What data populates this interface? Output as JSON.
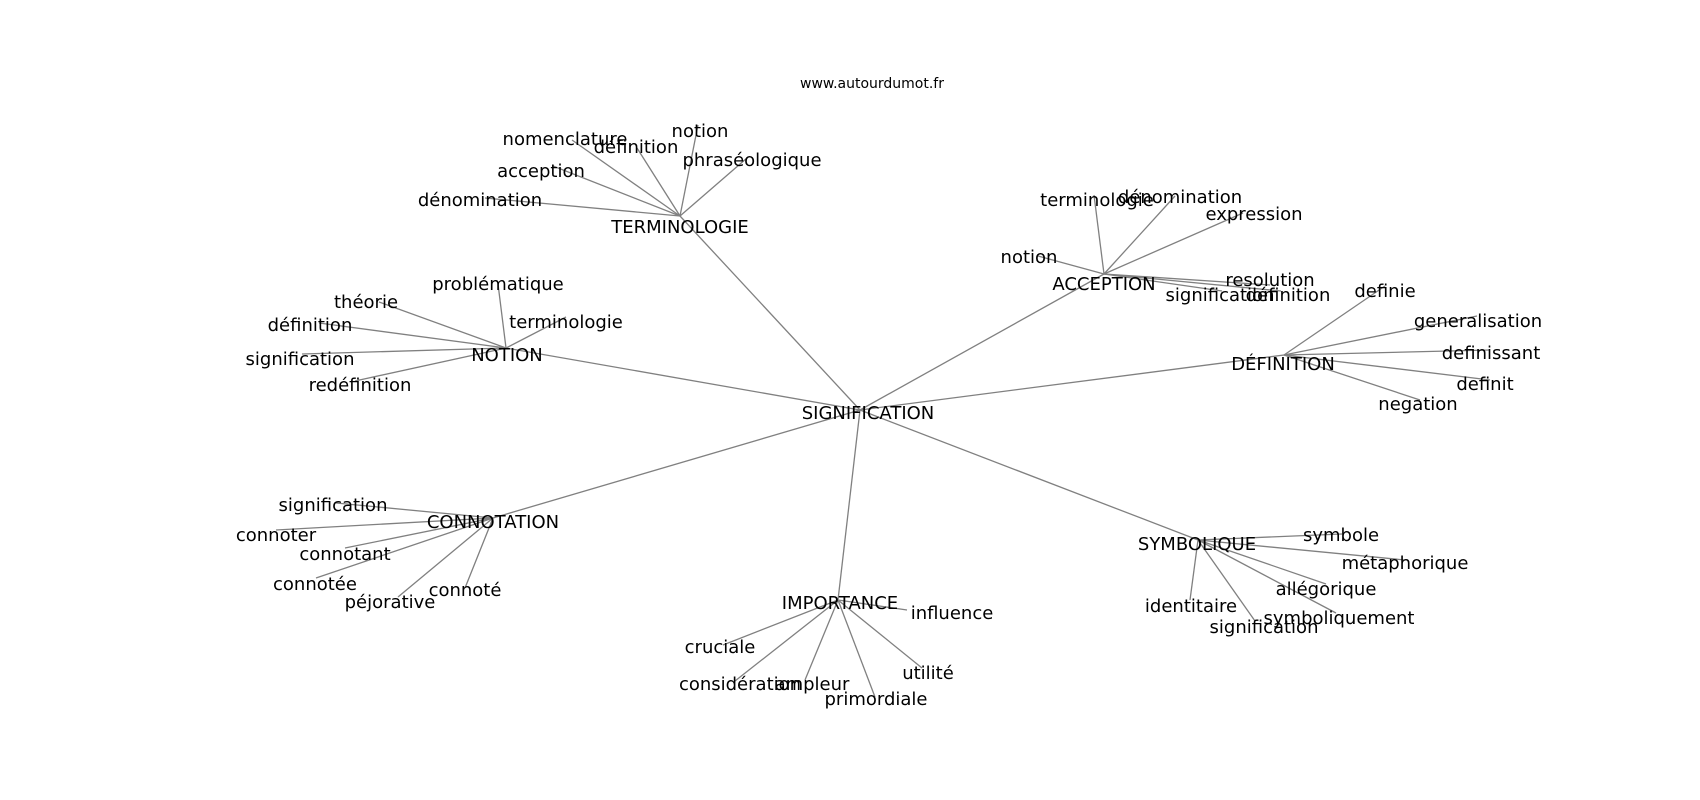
{
  "site": "www.autourdumot.fr",
  "center": "SIGNIFICATION",
  "hubs": [
    {
      "label": "TERMINOLOGIE",
      "leaves": [
        "nomenclature",
        "définition",
        "notion",
        "phraséologique",
        "acception",
        "dénomination"
      ]
    },
    {
      "label": "ACCEPTION",
      "leaves": [
        "terminologie",
        "dénomination",
        "expression",
        "notion",
        "resolution",
        "signification",
        "définition"
      ]
    },
    {
      "label": "NOTION",
      "leaves": [
        "problématique",
        "théorie",
        "terminologie",
        "définition",
        "signification",
        "redéfinition"
      ]
    },
    {
      "label": "DÉFINITION",
      "leaves": [
        "definie",
        "generalisation",
        "definissant",
        "definit",
        "negation"
      ]
    },
    {
      "label": "CONNOTATION",
      "leaves": [
        "signification",
        "connoter",
        "connotant",
        "connotée",
        "connoté",
        "péjorative"
      ]
    },
    {
      "label": "IMPORTANCE",
      "leaves": [
        "influence",
        "cruciale",
        "considération",
        "ampleur",
        "utilité",
        "primordiale"
      ]
    },
    {
      "label": "SYMBOLIQUE",
      "leaves": [
        "symbole",
        "métaphorique",
        "allégorique",
        "identitaire",
        "symboliquement",
        "signification"
      ]
    }
  ]
}
